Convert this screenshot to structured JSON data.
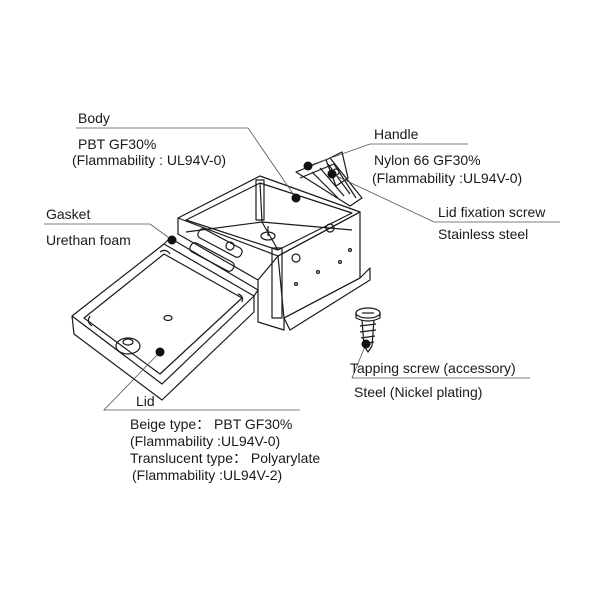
{
  "callouts": {
    "body": {
      "name": "Body",
      "material": "PBT GF30%",
      "flammability": "(Flammability : UL94V-0)"
    },
    "handle": {
      "name": "Handle",
      "material": "Nylon 66 GF30%",
      "flammability": "(Flammability :UL94V-0)"
    },
    "lid_fixation_screw": {
      "name": "Lid fixation screw",
      "material": "Stainless steel"
    },
    "gasket": {
      "name": "Gasket",
      "material": "Urethan foam"
    },
    "tapping_screw": {
      "name": "Tapping screw (accessory)",
      "material": "Steel (Nickel plating)"
    },
    "lid": {
      "name": "Lid",
      "beige_type": "Beige type： PBT GF30%",
      "beige_flammability": "(Flammability :UL94V-0)",
      "translucent_type": "Translucent type： Polyarylate",
      "translucent_flammability": "(Flammability :UL94V-2)"
    }
  },
  "colors": {
    "line": "#1a1a1a",
    "leader": "#555555",
    "dot": "#111111"
  }
}
